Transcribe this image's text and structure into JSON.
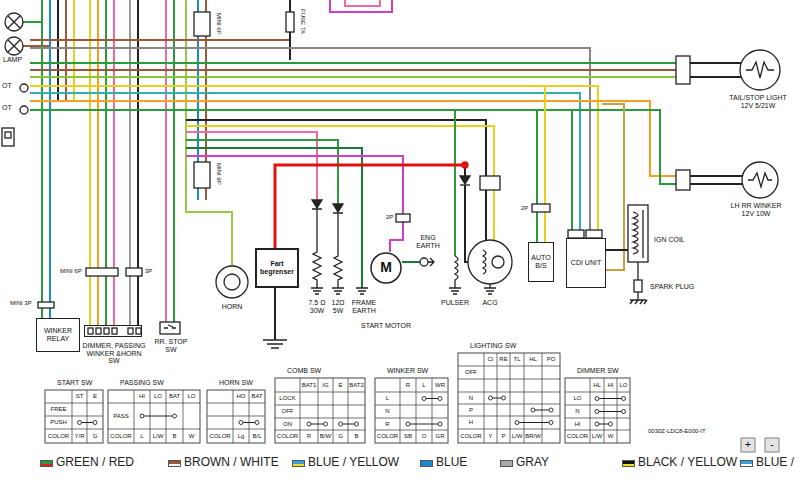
{
  "diagram": {
    "nodes": [
      {
        "text": [
          "WINKER RELAY"
        ]
      },
      {
        "text": [
          "DIMMER, PASSING WINKER &HORN SW"
        ]
      },
      {
        "text": [
          "Fart begrenser"
        ]
      },
      {
        "text": [
          "M",
          "START MOTOR"
        ]
      },
      {
        "text": [
          "AUTO B/S"
        ]
      },
      {
        "text": [
          "CDI UNIT"
        ]
      },
      {
        "text": [
          "START SW"
        ]
      },
      {
        "text": [
          "PASSING SW"
        ]
      },
      {
        "text": [
          "HORN SW"
        ]
      },
      {
        "text": [
          "COMB SW"
        ]
      },
      {
        "text": [
          "WINKER SW"
        ]
      },
      {
        "text": [
          "LIGHTING SW"
        ]
      },
      {
        "text": [
          "DIMMER SW"
        ]
      }
    ],
    "labels": [
      "LAMP",
      "OT",
      "OT",
      "FUSE 7A",
      "MINI 6P",
      "MINI 9P",
      "MINI 3P",
      "MINI 6P",
      "3P",
      "RR. STOP SW",
      "HORN",
      "7.5 Ω 30W",
      "12Ω 5W",
      "FRAME EARTH",
      "ENG EARTH",
      "2P",
      "2P",
      "PULSER",
      "ACG",
      "TAIL/STOP LIGHT 12V 5/21W",
      "LH RR WINKER 12V 10W",
      "IGN COIL",
      "SPARK PLUG",
      "0030Z-LDC8-E000-IT",
      "+",
      "-",
      "ST",
      "E",
      "FREE",
      "PUSH",
      "COLOR",
      "Y/R",
      "G",
      "HI",
      "LO",
      "BAT",
      "LO",
      "PASS",
      "COLOR",
      "L",
      "L/W",
      "B",
      "W",
      "HO",
      "BAT",
      "COLOR",
      "Lg",
      "B/L",
      "BAT1",
      "IG",
      "E",
      "BAT2",
      "LOCK",
      "OFF",
      "ON",
      "COLOR",
      "R",
      "B/W",
      "G",
      "B",
      "R",
      "L",
      "WR",
      "L",
      "N",
      "R",
      "COLOR",
      "SB",
      "O",
      "GR",
      "CI",
      "RE",
      "TL",
      "HL",
      "PO",
      "OFF",
      "N",
      "P",
      "H",
      "COLOR",
      "Y",
      "P",
      "L/W",
      "BR/W",
      "HL",
      "HI",
      "LO",
      "LO",
      "N",
      "HI",
      "COLOR",
      "L/W",
      "W"
    ],
    "legend": [
      {
        "text": "GREEN / RED"
      },
      {
        "text": "BROWN / WHITE"
      },
      {
        "text": "BLUE / YELLOW"
      },
      {
        "text": "BLUE",
        "color": "#1a8ad4"
      },
      {
        "text": "GRAY",
        "color": "#aaaaaa"
      },
      {
        "text": "BLACK / YELLOW"
      },
      {
        "text": "BLUE /"
      }
    ]
  }
}
